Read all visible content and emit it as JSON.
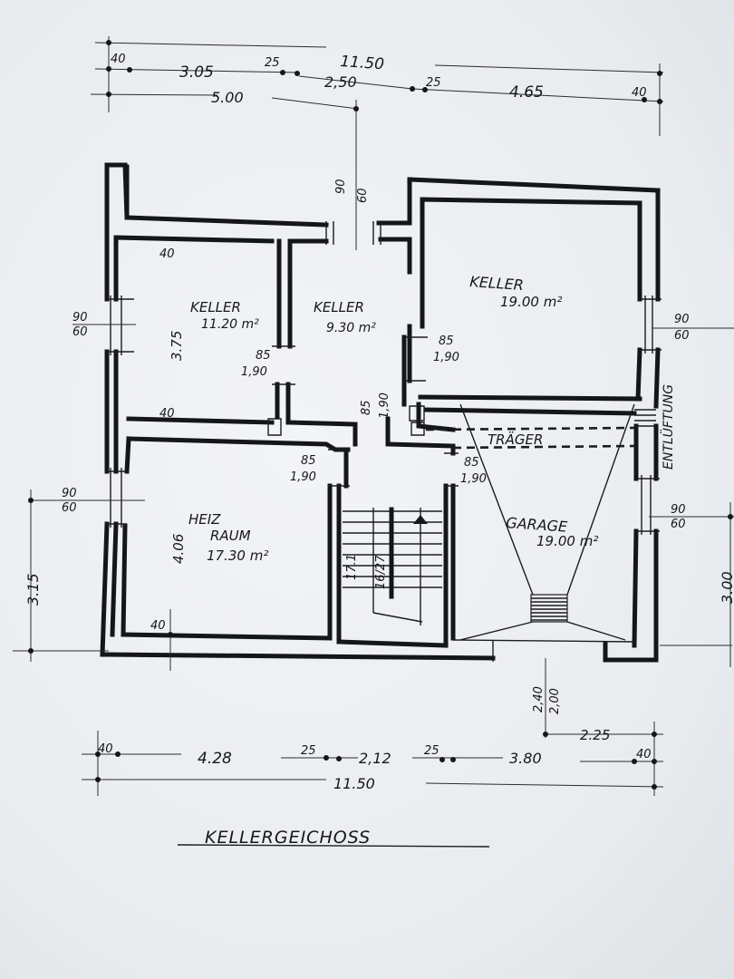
{
  "plan_title": "KELLERGEICHOSS",
  "top_dims": {
    "overall": "11.50",
    "wall_left": "40",
    "seg_305": "3.05",
    "wall_25a": "25",
    "seg_250": "2,50",
    "sub_500": "5.00",
    "wall_25b": "25",
    "seg_465": "4.65",
    "wall_right": "40"
  },
  "bottom_dims": {
    "wall_left": "40",
    "seg_428": "4.28",
    "wall_25a": "25",
    "seg_212": "2,12",
    "wall_25b": "25",
    "seg_380": "3.80",
    "seg_225": "2.25",
    "wall_right": "40",
    "overall": "11.50"
  },
  "rooms": {
    "keller_a": {
      "name": "KELLER",
      "area": "11.20 m²",
      "height": "3.75"
    },
    "keller_b": {
      "name": "KELLER",
      "area": "9.30 m²"
    },
    "keller_c": {
      "name": "KELLER",
      "area": "19.00 m²"
    },
    "heizraum": {
      "name1": "HEIZ",
      "name2": "RAUM",
      "area": "17.30 m²",
      "height": "4.06"
    },
    "garage": {
      "name": "GARAGE",
      "area": "19.00 m²"
    },
    "stairs": {
      "count": "17.1",
      "rise": "16/27"
    }
  },
  "openings": {
    "win_left_1": {
      "w": "90",
      "h": "60"
    },
    "win_left_2": {
      "w": "90",
      "h": "60"
    },
    "win_right_1": {
      "w": "90",
      "h": "60"
    },
    "win_right_2": {
      "w": "90",
      "h": "60"
    },
    "win_top": {
      "w": "90",
      "h": "60"
    },
    "door_a": {
      "w": "85",
      "h": "1,90"
    },
    "door_b": {
      "w": "85",
      "h": "1,90"
    },
    "door_c": {
      "w": "85",
      "h": "1,90"
    },
    "door_d": {
      "w": "85",
      "h": "1,90"
    },
    "door_e": {
      "w": "85",
      "h": "1,90"
    },
    "garage_door": {
      "w": "2,40",
      "h": "2,00"
    }
  },
  "labels": {
    "wall_40a": "40",
    "wall_40b": "40",
    "wall_40c": "40",
    "traeger": "TRÄGER",
    "entlueftung": "ENTLÜFTUNG",
    "side_left": "3.15",
    "side_right": "3.00"
  }
}
